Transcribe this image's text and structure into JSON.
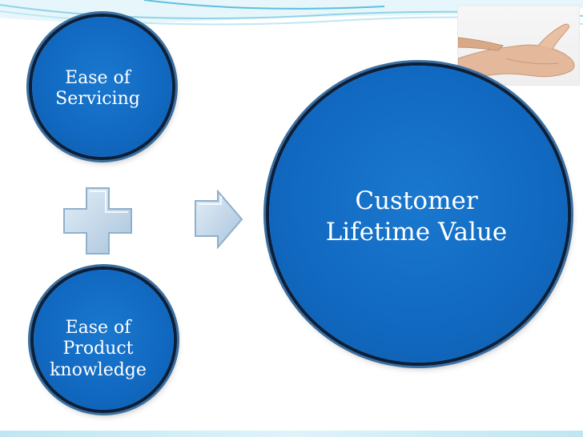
{
  "diagram": {
    "nodes": [
      {
        "id": "ease-of-servicing",
        "label": "Ease of\nServicing"
      },
      {
        "id": "ease-of-product-knowledge",
        "label": "Ease of\nProduct\nknowledge"
      },
      {
        "id": "customer-lifetime-value",
        "label": "Customer\nLifetime Value"
      }
    ],
    "operators": [
      "plus-icon",
      "arrow-right-icon"
    ]
  },
  "colors": {
    "circle_fill": "#1168c0",
    "circle_border": "#0b1f3a",
    "operator_fill": "#c5d9ea",
    "background": "#ffffff",
    "accent_waves": "#8fd3e8"
  }
}
